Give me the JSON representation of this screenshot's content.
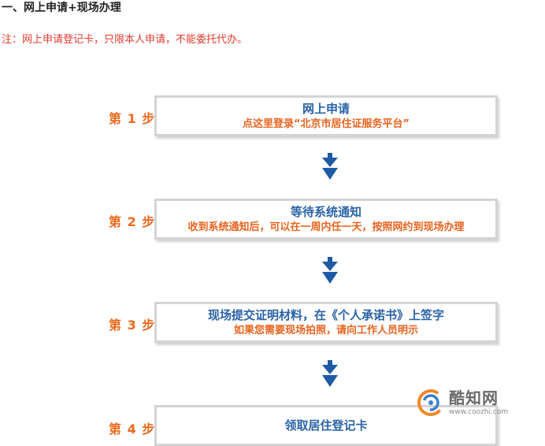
{
  "heading": "一、网上申请+现场办理",
  "note": "注：网上申请登记卡，只限本人申请，不能委托代办。",
  "steps": [
    {
      "label": "第 1 步",
      "title": "网上申请",
      "desc": "点这里登录“北京市居住证服务平台”"
    },
    {
      "label": "第 2 步",
      "title": "等待系统通知",
      "desc": "收到系统通知后，可以在一周内任一天，按照网约到现场办理"
    },
    {
      "label": "第 3 步",
      "title": "现场提交证明材料，在《个人承诺书》上签字",
      "desc": "如果您需要现场拍照，请向工作人员明示"
    },
    {
      "label": "第 4 步",
      "title": "领取居住登记卡"
    }
  ],
  "watermark": {
    "name": "酷知网",
    "url": "www.coozhi.com"
  },
  "colors": {
    "note_red": "#e03b2e",
    "step_orange": "#ea6a1f",
    "title_blue": "#2a63a8",
    "arrow_navy": "#1f5aa6",
    "box_border": "#d4d4d4"
  },
  "icons": {
    "arrow": "double-down-arrow-icon",
    "logo": "coozhi-logo-icon"
  }
}
